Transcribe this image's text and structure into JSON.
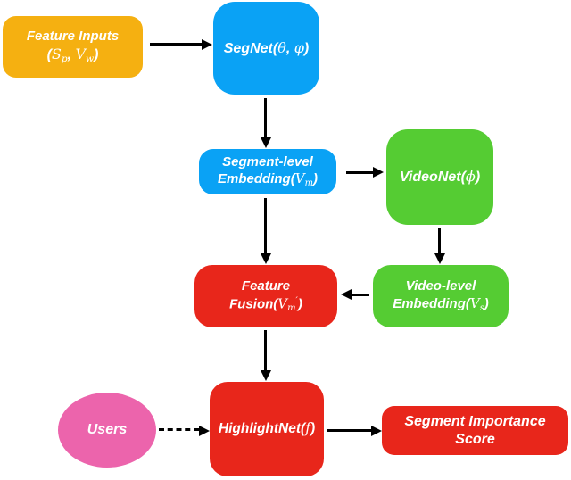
{
  "colors": {
    "orange": "#F5B011",
    "blue": "#0AA2F5",
    "green": "#55CC33",
    "red": "#E8261B",
    "pink": "#EC64AC",
    "arrow": "#000000",
    "node_text": "#FFFFFF",
    "background": "#FFFFFF"
  },
  "nodes": {
    "feature_inputs": {
      "line1": "Feature Inputs",
      "math": {
        "open": "(",
        "var1": "S",
        "sub1": "p",
        "sep": ", ",
        "var2": "V",
        "sub2": "w",
        "close": ")"
      }
    },
    "segnet": {
      "parts": {
        "prefix": "SegNet(",
        "theta": "θ",
        "sep": ", ",
        "phi": "φ",
        "close": ")"
      }
    },
    "segment_embedding": {
      "line1": "Segment-level",
      "line2": {
        "prefix": "Embedding(",
        "var": "V",
        "sub": "m",
        "close": ")"
      }
    },
    "videonet": {
      "parts": {
        "prefix": "VideoNet(",
        "phi": "ϕ",
        "close": ")"
      }
    },
    "feature_fusion": {
      "line1": "Feature",
      "line2": {
        "prefix": "Fusion(",
        "var": "V",
        "sub": "m",
        "prime": "′",
        "close": ")"
      }
    },
    "video_embedding": {
      "line1": "Video-level",
      "line2": {
        "prefix": "Embedding(",
        "var": "V",
        "sub": "s",
        "close": ")"
      }
    },
    "highlightnet": {
      "parts": {
        "prefix": "HighlightNet(",
        "f": "f",
        "close": ")"
      }
    },
    "users": {
      "label": "Users"
    },
    "importance_score": {
      "line1": "Segment Importance",
      "line2": "Score"
    }
  },
  "edges": [
    {
      "from": "feature_inputs",
      "to": "segnet",
      "style": "solid"
    },
    {
      "from": "segnet",
      "to": "segment_embedding",
      "style": "solid"
    },
    {
      "from": "segment_embedding",
      "to": "videonet",
      "style": "solid"
    },
    {
      "from": "segment_embedding",
      "to": "feature_fusion",
      "style": "solid"
    },
    {
      "from": "videonet",
      "to": "video_embedding",
      "style": "solid"
    },
    {
      "from": "video_embedding",
      "to": "feature_fusion",
      "style": "solid"
    },
    {
      "from": "feature_fusion",
      "to": "highlightnet",
      "style": "solid"
    },
    {
      "from": "users",
      "to": "highlightnet",
      "style": "dashed"
    },
    {
      "from": "highlightnet",
      "to": "importance_score",
      "style": "solid"
    }
  ]
}
